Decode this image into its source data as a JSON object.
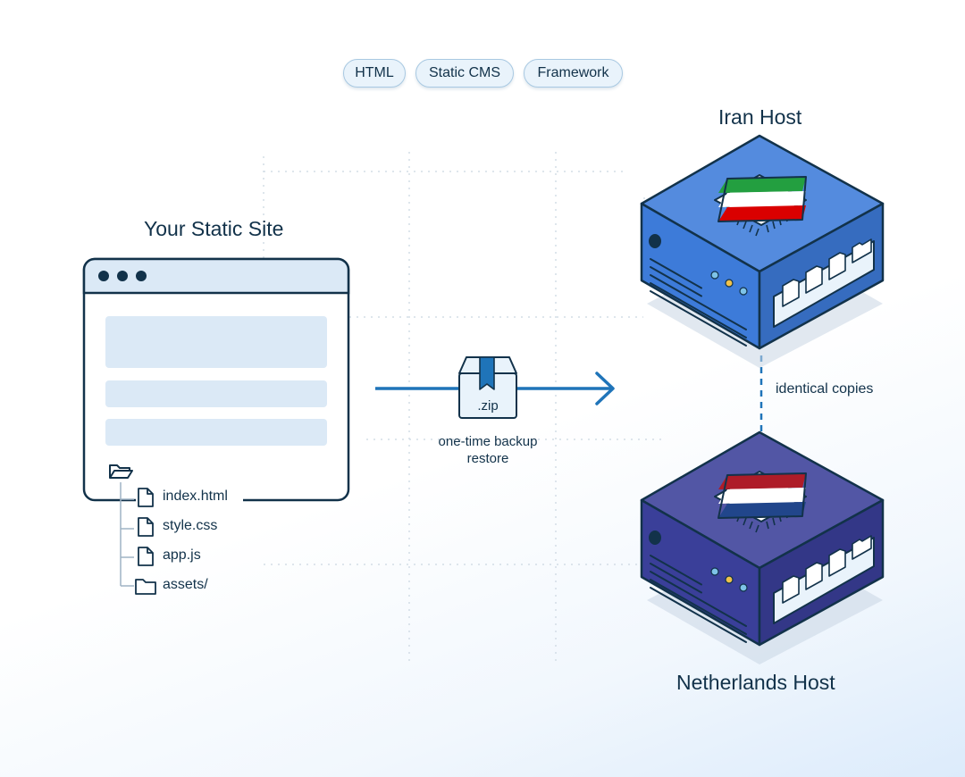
{
  "tags": [
    "HTML",
    "Static CMS",
    "Framework"
  ],
  "site": {
    "title": "Your Static Site",
    "files": [
      {
        "name": "index.html",
        "icon": "file-icon"
      },
      {
        "name": "style.css",
        "icon": "file-icon"
      },
      {
        "name": "app.js",
        "icon": "file-icon"
      },
      {
        "name": "assets/",
        "icon": "folder-icon"
      }
    ]
  },
  "transfer": {
    "package_label": ".zip",
    "caption_line1": "one-time backup",
    "caption_line2": "restore"
  },
  "hosts": {
    "iran": {
      "title": "Iran Host",
      "flag_colors": [
        "#239f40",
        "#ffffff",
        "#da0000"
      ],
      "body_color": "#3d7bd9"
    },
    "netherlands": {
      "title": "Netherlands Host",
      "flag_colors": [
        "#ae1c28",
        "#ffffff",
        "#21468b"
      ],
      "body_color": "#3a3f99"
    },
    "link_label": "identical copies"
  },
  "colors": {
    "accent": "#1f74b9",
    "ink": "#12324a",
    "panel": "#dbe9f6"
  }
}
